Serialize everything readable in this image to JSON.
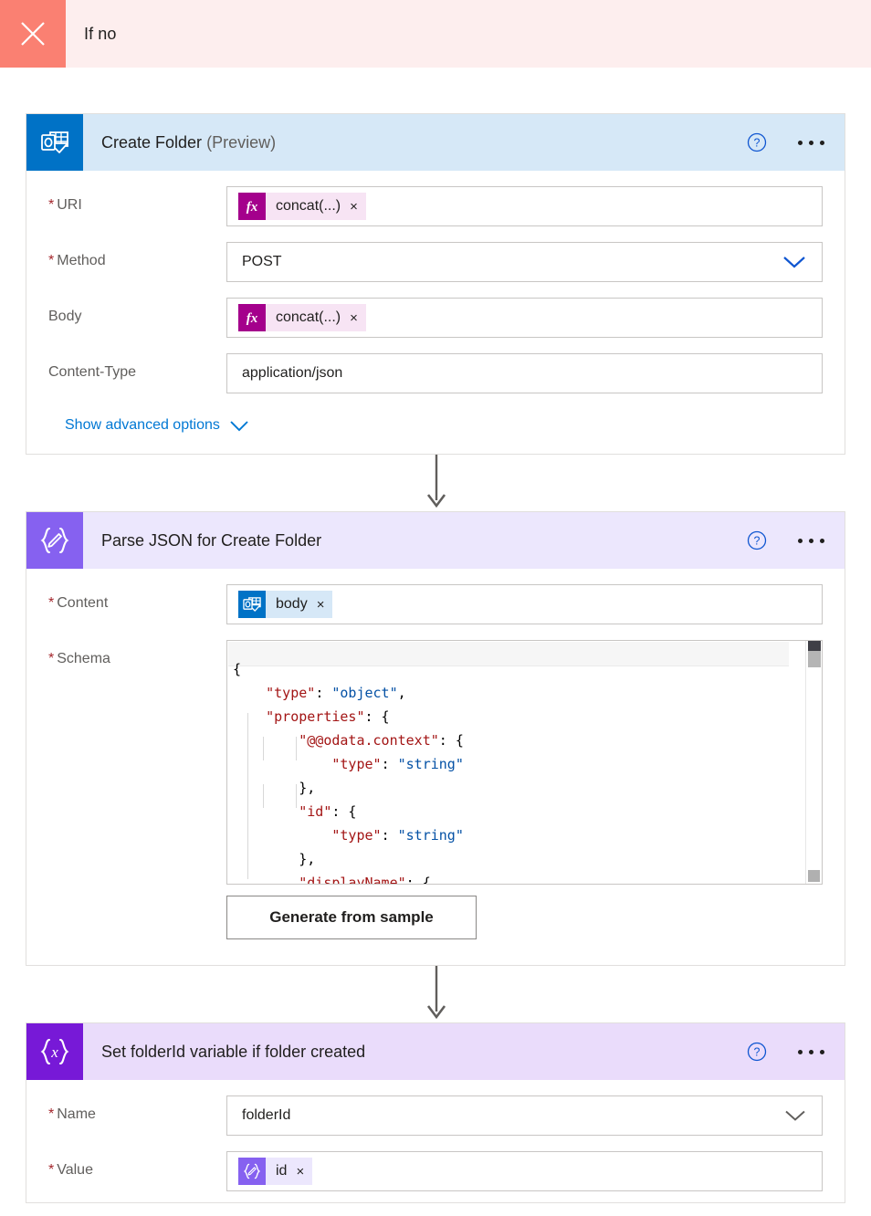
{
  "branch": {
    "title": "If no",
    "close_icon": "close-x-icon",
    "accent_color": "#fa8072",
    "background_color": "#fdeeee"
  },
  "actions": [
    {
      "id": "create-folder",
      "title": "Create Folder",
      "title_suffix": "(Preview)",
      "icon": "outlook-icon",
      "icon_color": "#0072c6",
      "header_color": "#d6e8f7",
      "help_icon": "help-circle-icon",
      "menu_icon": "ellipsis-icon",
      "fields": [
        {
          "label": "URI",
          "required": true,
          "kind": "token",
          "token": {
            "icon": "fx-icon",
            "text": "concat(...)",
            "remove": "×"
          }
        },
        {
          "label": "Method",
          "required": true,
          "kind": "dropdown",
          "value": "POST",
          "chevron": "chevron-down-icon"
        },
        {
          "label": "Body",
          "required": false,
          "kind": "token",
          "token": {
            "icon": "fx-icon",
            "text": "concat(...)",
            "remove": "×"
          }
        },
        {
          "label": "Content-Type",
          "required": false,
          "kind": "text",
          "value": "application/json"
        }
      ],
      "advanced_link": "Show advanced options"
    },
    {
      "id": "parse-json",
      "title": "Parse JSON for Create Folder",
      "title_suffix": "",
      "icon": "parse-json-icon",
      "icon_color": "#8661f0",
      "header_color": "#ece7fd",
      "help_icon": "help-circle-icon",
      "menu_icon": "ellipsis-icon",
      "content_label": "Content",
      "content_token": {
        "icon": "outlook-icon",
        "text": "body",
        "remove": "×"
      },
      "schema_label": "Schema",
      "schema_lines": [
        "{",
        "    \"type\": \"object\",",
        "    \"properties\": {",
        "        \"@@odata.context\": {",
        "            \"type\": \"string\"",
        "        },",
        "        \"id\": {",
        "            \"type\": \"string\"",
        "        },",
        "        \"displayName\": {"
      ],
      "generate_button": "Generate from sample"
    },
    {
      "id": "set-variable",
      "title": "Set folderId variable if folder created",
      "title_suffix": "",
      "icon": "set-variable-icon",
      "icon_color": "#7719d7",
      "header_color": "#eadcfb",
      "help_icon": "help-circle-icon",
      "menu_icon": "ellipsis-icon",
      "fields": [
        {
          "label": "Name",
          "required": true,
          "kind": "dropdown",
          "value": "folderId",
          "chevron": "chevron-down-icon"
        },
        {
          "label": "Value",
          "required": true,
          "kind": "token",
          "token": {
            "icon": "parse-json-icon",
            "text": "id",
            "remove": "×"
          }
        }
      ]
    }
  ]
}
